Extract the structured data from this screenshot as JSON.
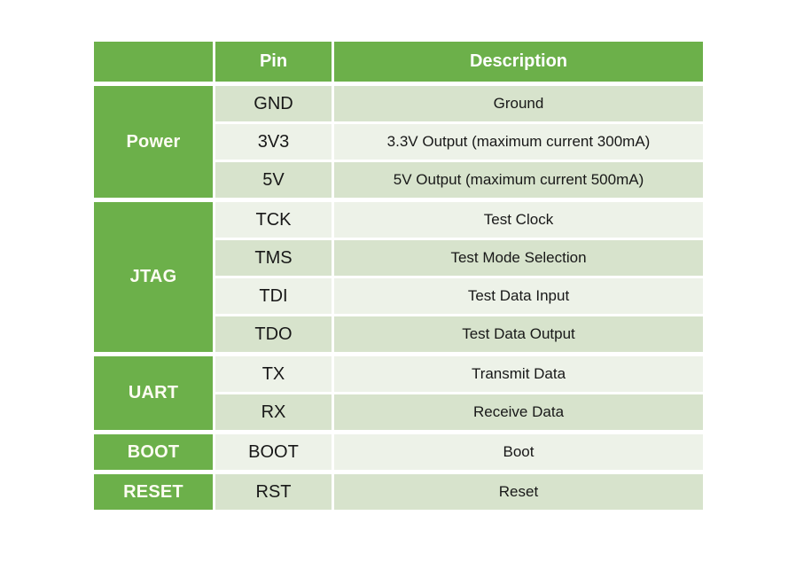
{
  "colors": {
    "accent_green": "#6cb04a",
    "band_dark": "#d7e3cc",
    "band_light": "#edf2e8",
    "header_text": "#ffffff",
    "body_text": "#181818",
    "page_background": "#ffffff"
  },
  "table": {
    "header": {
      "group": "",
      "pin": "Pin",
      "description": "Description"
    },
    "sections": [
      {
        "group": "Power",
        "rows": [
          {
            "pin": "GND",
            "description": "Ground"
          },
          {
            "pin": "3V3",
            "description": "3.3V Output (maximum current 300mA)"
          },
          {
            "pin": "5V",
            "description": "5V Output (maximum current 500mA)"
          }
        ]
      },
      {
        "group": "JTAG",
        "rows": [
          {
            "pin": "TCK",
            "description": "Test Clock"
          },
          {
            "pin": "TMS",
            "description": "Test Mode Selection"
          },
          {
            "pin": "TDI",
            "description": "Test Data Input"
          },
          {
            "pin": "TDO",
            "description": "Test Data Output"
          }
        ]
      },
      {
        "group": "UART",
        "rows": [
          {
            "pin": "TX",
            "description": "Transmit Data"
          },
          {
            "pin": "RX",
            "description": "Receive Data"
          }
        ]
      },
      {
        "group": "BOOT",
        "rows": [
          {
            "pin": "BOOT",
            "description": "Boot"
          }
        ]
      },
      {
        "group": "RESET",
        "rows": [
          {
            "pin": "RST",
            "description": "Reset"
          }
        ]
      }
    ]
  }
}
